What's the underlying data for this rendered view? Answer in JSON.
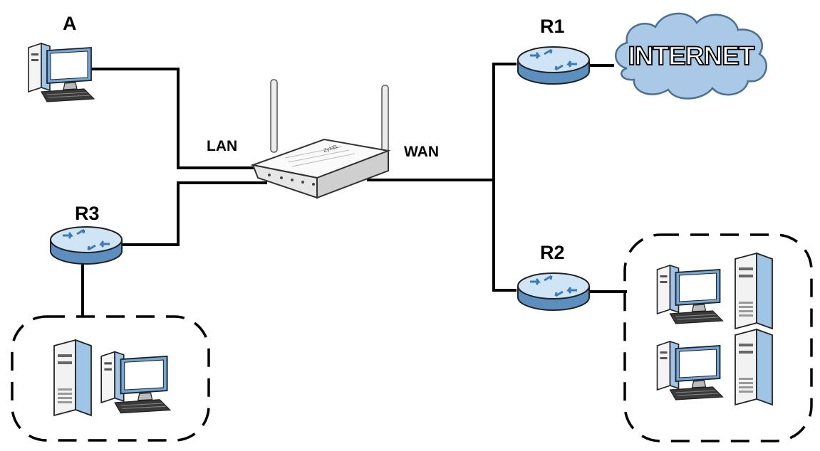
{
  "labels": {
    "host_a": "A",
    "router_r1": "R1",
    "router_r2": "R2",
    "router_r3": "R3",
    "lan": "LAN",
    "wan": "WAN",
    "internet": "INTERNET",
    "device_brand": "ZyXEL"
  },
  "colors": {
    "line": "#000000",
    "router_blue": "#b8d8f0",
    "router_dark": "#5a8fc0",
    "cloud_fill": "#a9c9e6",
    "cloud_edge": "#4b6f95",
    "monitor_blue": "#7fb2e0",
    "case_grey": "#dcdcdc"
  },
  "icons": [
    "desktop-computer-icon",
    "router-icon",
    "internet-cloud-icon",
    "server-tower-icon",
    "wireless-router-device-icon"
  ]
}
